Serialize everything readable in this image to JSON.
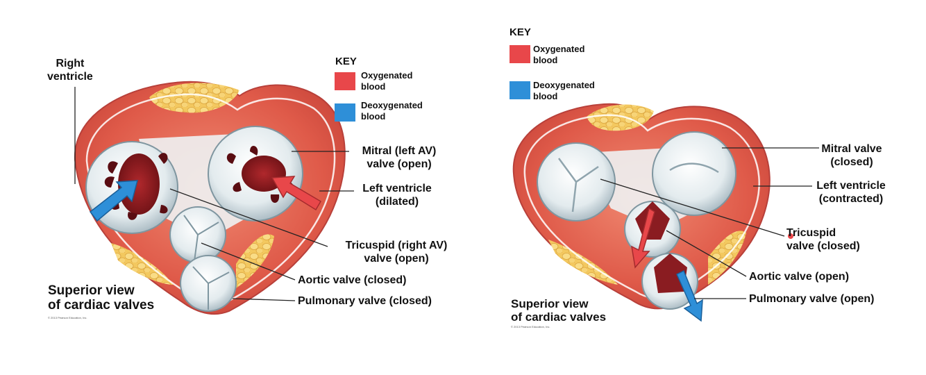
{
  "colors": {
    "oxygenated": "#e8474a",
    "deoxygenated": "#2e8fd8",
    "muscle": "#d9584b",
    "fat": "#f1c25a",
    "valve": "#dfe8ec"
  },
  "left": {
    "key": {
      "title": "KEY",
      "oxygenated": "Oxygenated\nblood",
      "deoxygenated": "Deoxygenated\nblood"
    },
    "labels": {
      "right_ventricle": "Right\nventricle",
      "mitral": "Mitral (left AV)\nvalve (open)",
      "left_ventricle": "Left ventricle\n(dilated)",
      "tricuspid": "Tricuspid (right AV)\nvalve (open)",
      "aortic": "Aortic valve (closed)",
      "pulmonary": "Pulmonary valve (closed)"
    },
    "title": "Superior view\nof cardiac valves",
    "copyright": "© 2013 Pearson Education, Inc."
  },
  "right": {
    "key": {
      "title": "KEY",
      "oxygenated": "Oxygenated\nblood",
      "deoxygenated": "Deoxygenated\nblood"
    },
    "labels": {
      "mitral": "Mitral valve\n(closed)",
      "left_ventricle": "Left ventricle\n(contracted)",
      "tricuspid": "Tricuspid\nvalve (closed)",
      "aortic": "Aortic valve (open)",
      "pulmonary": "Pulmonary valve (open)"
    },
    "title": "Superior view\nof cardiac valves",
    "copyright": "© 2013 Pearson Education, Inc."
  }
}
